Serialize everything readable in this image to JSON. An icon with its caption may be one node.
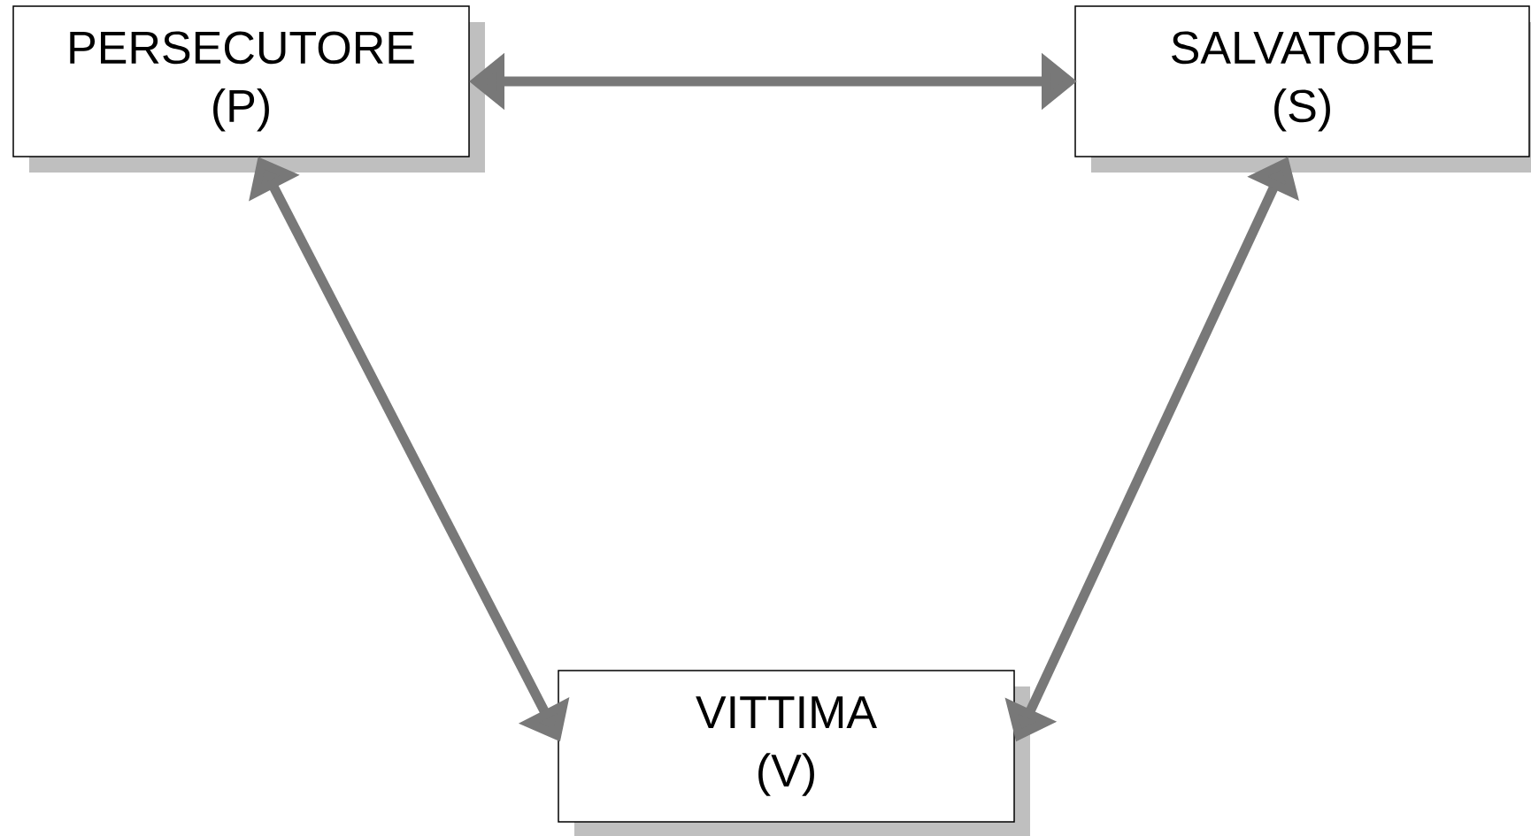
{
  "diagram": {
    "nodes": [
      {
        "text": [
          "PERSECUTORE",
          "(P)"
        ]
      },
      {
        "text": [
          "SALVATORE",
          "(S)"
        ]
      },
      {
        "text": [
          "VITTIMA",
          "(V)"
        ]
      }
    ],
    "edges": [
      {
        "from": 0,
        "to": 1,
        "arrow": "both"
      },
      {
        "from": 0,
        "to": 2,
        "arrow": "both"
      },
      {
        "from": 1,
        "to": 2,
        "arrow": "both"
      }
    ]
  }
}
